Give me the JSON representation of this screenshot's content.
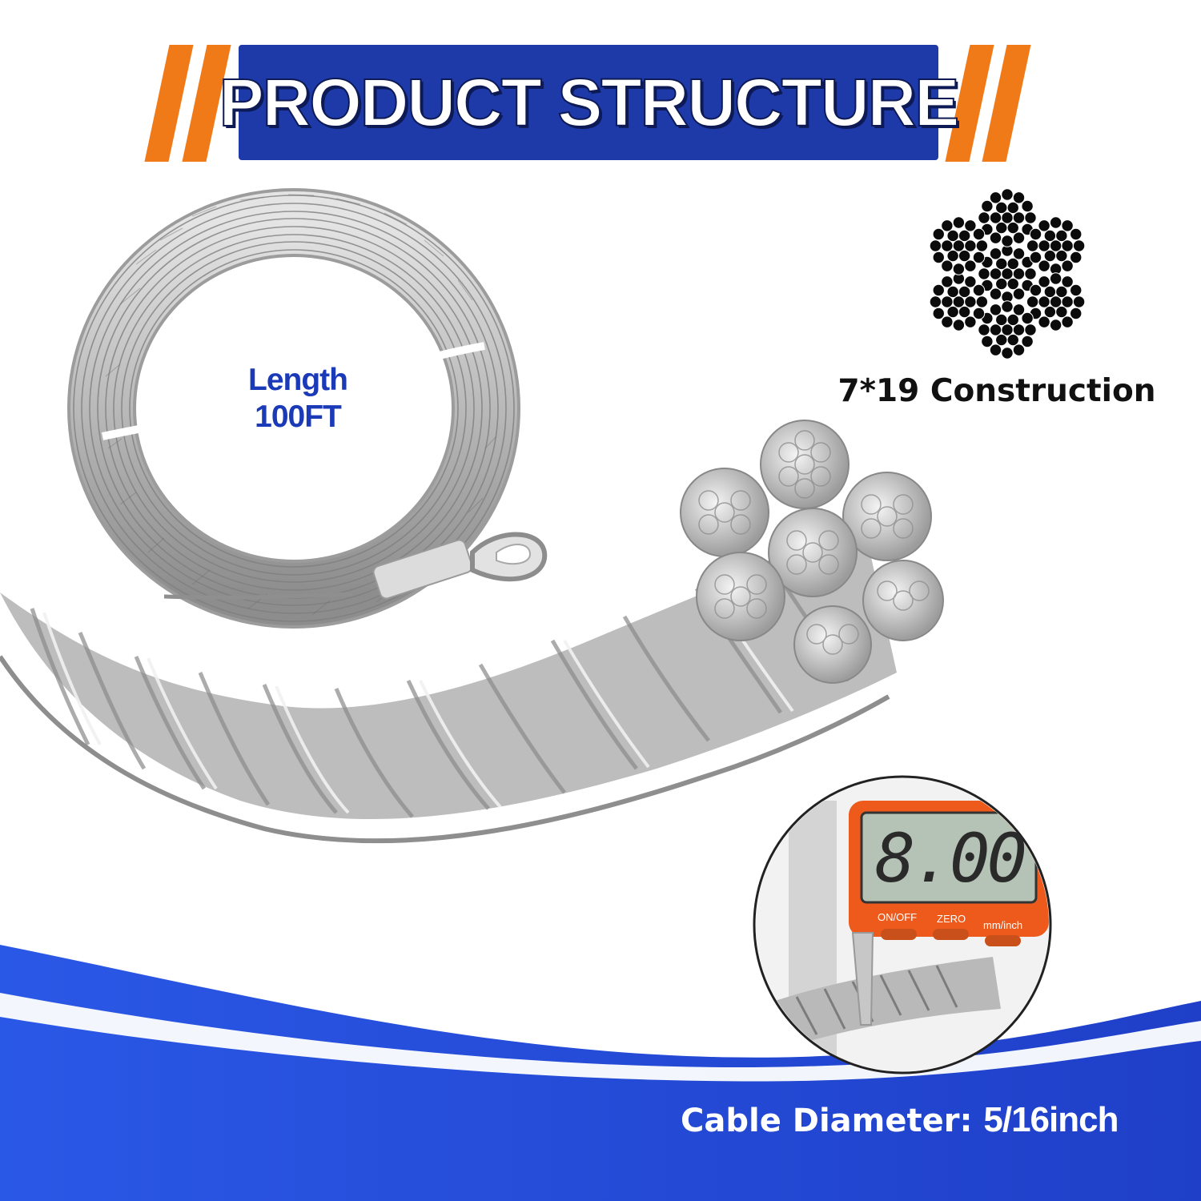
{
  "banner": {
    "title": "PRODUCT STRUCTURE"
  },
  "coil": {
    "length_caption": "Length",
    "length_value": "100FT"
  },
  "construction": {
    "label": "7*19 Construction"
  },
  "caliper": {
    "reading": "8.00",
    "buttons": [
      "ON/OFF",
      "ZERO",
      "mm/inch"
    ]
  },
  "footer": {
    "diameter_label": "Cable Diameter:",
    "diameter_value": "5/16inch"
  },
  "colors": {
    "banner_blue": "#1d3aa8",
    "accent_orange": "#f07a18",
    "wave_blue": "#2147d6",
    "caliper_orange": "#f25a1a"
  }
}
